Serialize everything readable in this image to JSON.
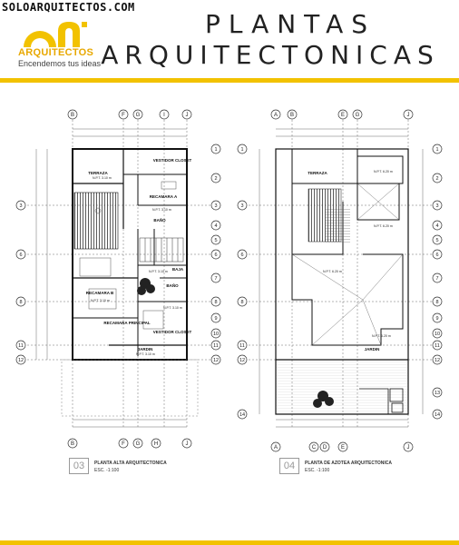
{
  "watermark": "SOLOARQUITECTOS.COM",
  "brand": {
    "name": "ARQUITECTOS",
    "tagline": "Encendemos tus ideas",
    "accent": "#f2c200"
  },
  "header": {
    "line1": "PLANTAS",
    "line2": "ARQUITECTONICAS"
  },
  "plan_left": {
    "number": "03",
    "title": "PLANTA ALTA ARQUITECTONICA",
    "scale": "ESC. -1:100",
    "top_axes": [
      "B",
      "F",
      "G",
      "I",
      "J"
    ],
    "bottom_axes": [
      "B",
      "F",
      "G",
      "H",
      "J"
    ],
    "row_axes": [
      "1",
      "2",
      "3",
      "4",
      "5",
      "6",
      "7",
      "8",
      "9",
      "10",
      "11",
      "12"
    ],
    "rooms": {
      "terraza": "TERRAZA",
      "vestidor": "VESTIDOR CLOSET",
      "rec_a": "RECAMARA A",
      "bano": "BAÑO",
      "rec_b": "RECAMARA B",
      "bano2": "BAÑO",
      "rec_principal": "RECAMARA PRINCIPAL",
      "vestidor2": "VESTIDOR CLOSET",
      "jardin": "JARDIN",
      "baja": "BAJA"
    },
    "levels": [
      "N.P.T. 3.10 m",
      "N.P.T. 3.10 m",
      "N.P.T. 3.10 m",
      "N.P.T. 3.10 m",
      "N.P.T. 3.10 m",
      "N.P.T. 3.10 m"
    ]
  },
  "plan_right": {
    "number": "04",
    "title": "PLANTA DE AZOTEA ARQUITECTONICA",
    "scale": "ESC. -1:100",
    "top_axes": [
      "A",
      "B",
      "E",
      "G",
      "J"
    ],
    "bottom_axes": [
      "A",
      "C",
      "D",
      "E",
      "J"
    ],
    "row_axes": [
      "1",
      "2",
      "3",
      "4",
      "5",
      "6",
      "7",
      "8",
      "9",
      "10",
      "11",
      "12",
      "13",
      "14"
    ],
    "rooms": {
      "terraza": "TERRAZA",
      "jardin": "JARDIN"
    },
    "levels": [
      "N.P.T. 6.20 m",
      "N.P.T. 6.20 m",
      "N.P.T. 6.20 m",
      "N.P.T. 6.20 m"
    ]
  }
}
